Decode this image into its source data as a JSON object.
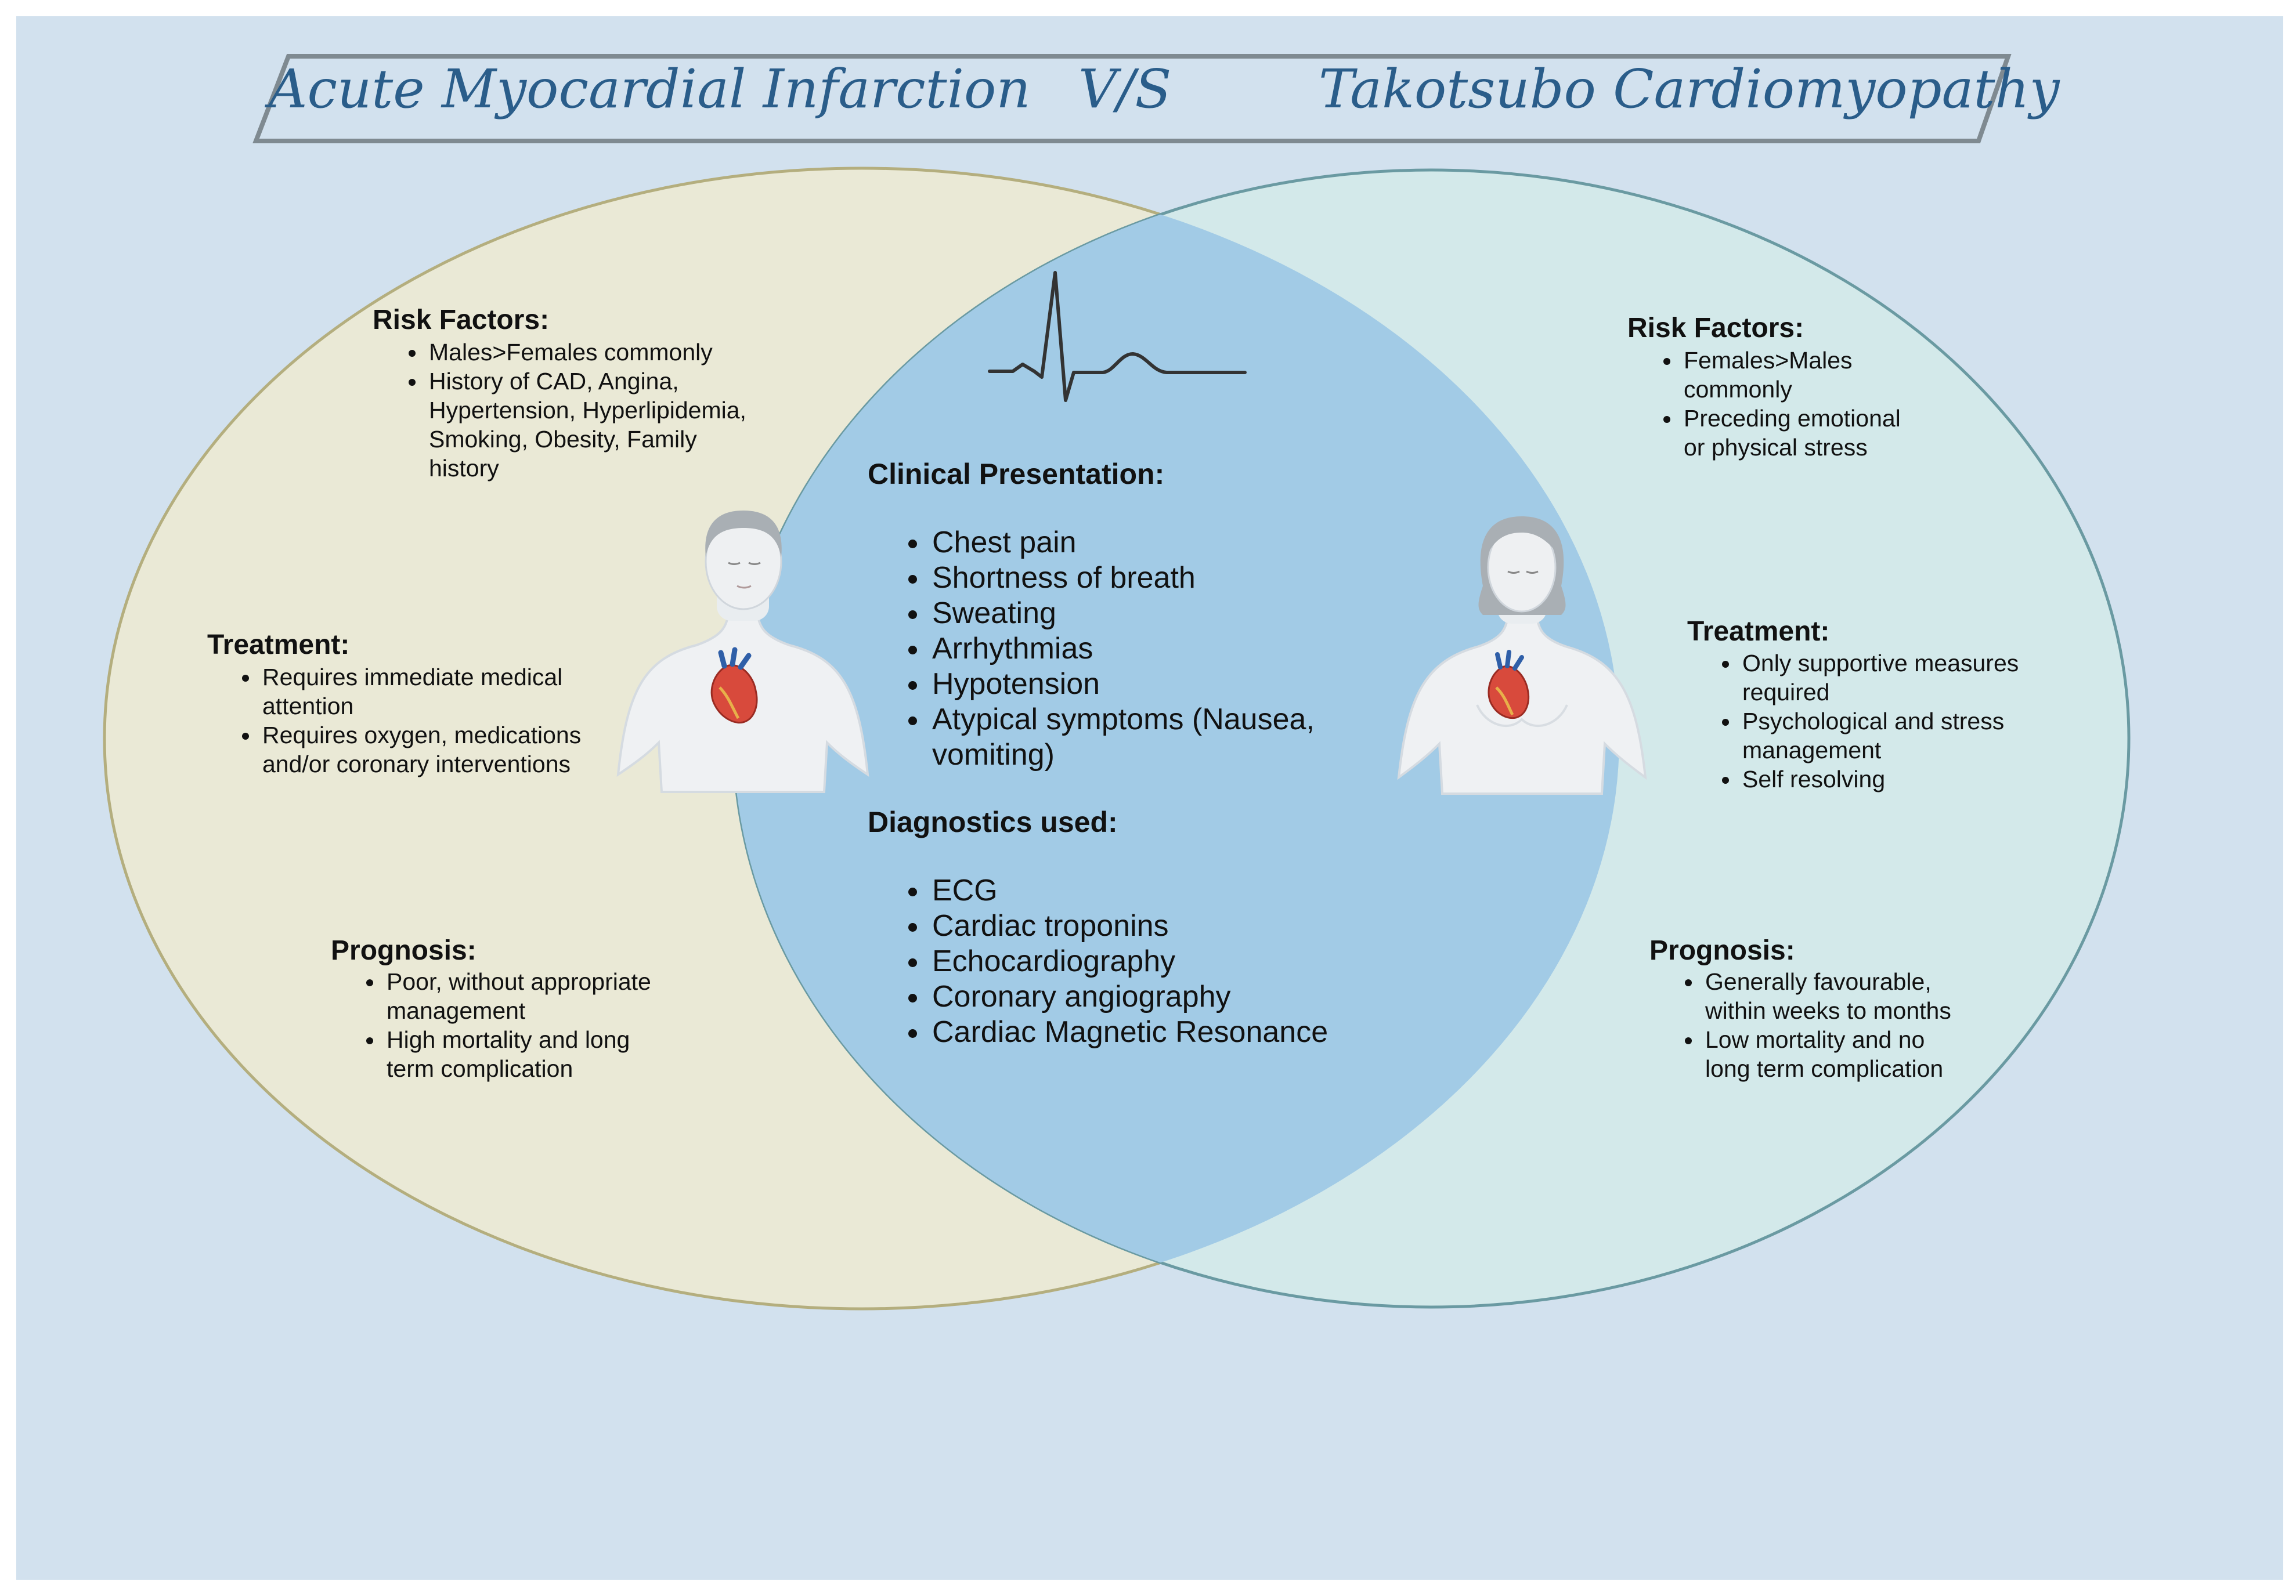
{
  "title": {
    "left": "Acute Myocardial Infarction",
    "vs": "V/S",
    "right": "Takotsubo Cardiomyopathy"
  },
  "colors": {
    "background": "#d2e1ee",
    "left_circle": "#eae9d6",
    "right_circle": "#d3e9ea",
    "overlap": "#a2cbe6",
    "title_text": "#2a5d8a"
  },
  "icons": {
    "ecg": "ecg-waveform-icon",
    "male": "male-torso-heart-figure",
    "female": "female-torso-heart-figure"
  },
  "left": {
    "risk_factors": {
      "heading": "Risk Factors:",
      "items": [
        "Males>Females commonly",
        "History of CAD, Angina, Hypertension, Hyperlipidemia, Smoking, Obesity, Family history"
      ]
    },
    "treatment": {
      "heading": "Treatment:",
      "items": [
        "Requires immediate medical attention",
        "Requires oxygen, medications and/or coronary interventions"
      ]
    },
    "prognosis": {
      "heading": "Prognosis:",
      "items": [
        "Poor, without appropriate management",
        "High mortality and long term complication"
      ]
    }
  },
  "center": {
    "clinical": {
      "heading": "Clinical Presentation:",
      "items": [
        "Chest pain",
        "Shortness of breath",
        "Sweating",
        "Arrhythmias",
        "Hypotension",
        "Atypical symptoms (Nausea, vomiting)"
      ]
    },
    "diagnostics": {
      "heading": "Diagnostics used:",
      "items": [
        "ECG",
        "Cardiac troponins",
        "Echocardiography",
        "Coronary angiography",
        "Cardiac Magnetic Resonance"
      ]
    }
  },
  "right": {
    "risk_factors": {
      "heading": "Risk Factors:",
      "items": [
        "Females>Males commonly",
        "Preceding emotional or physical stress"
      ]
    },
    "treatment": {
      "heading": "Treatment:",
      "items": [
        "Only supportive measures required",
        "Psychological and stress management",
        "Self resolving"
      ]
    },
    "prognosis": {
      "heading": "Prognosis:",
      "items": [
        "Generally favourable, within weeks to months",
        "Low mortality and no long term complication"
      ]
    }
  }
}
